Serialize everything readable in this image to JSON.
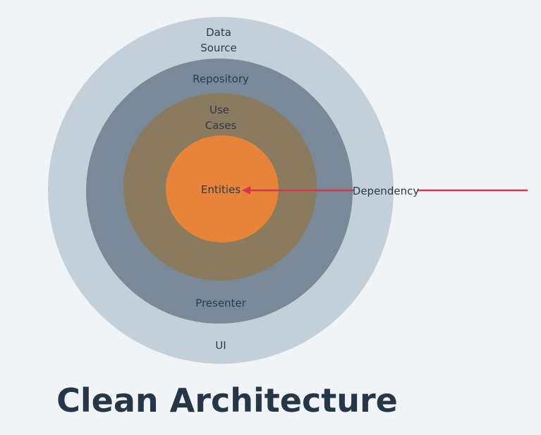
{
  "title": "Clean Architecture",
  "layers": {
    "data_source": {
      "line1": "Data",
      "line2": "Source",
      "color": "#c3d0da"
    },
    "repository": {
      "label": "Repository",
      "color": "#7a8998"
    },
    "presenter": {
      "label": "Presenter"
    },
    "ui": {
      "label": "UI"
    },
    "use_cases": {
      "line1": "Use",
      "line2": "Cases",
      "color": "#8a7a5e"
    },
    "entities": {
      "label": "Entities",
      "color": "#e8843a"
    }
  },
  "dependency": {
    "label": "Dependency",
    "color": "#d2384d"
  }
}
